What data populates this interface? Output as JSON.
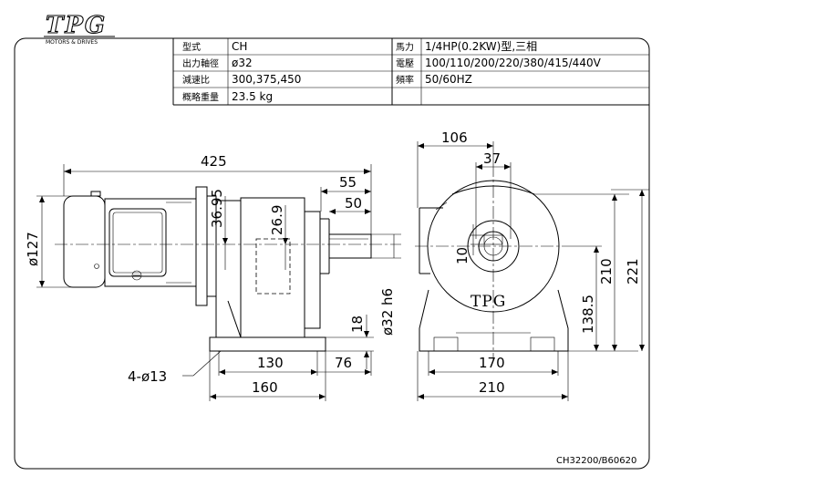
{
  "logo": {
    "text": "TPG",
    "subtitle": "MOTORS & DRIVES"
  },
  "spec_table": {
    "rows": [
      {
        "label_left": "型式",
        "value_left": "CH",
        "label_right": "馬力",
        "value_right": "1/4HP(0.2KW)型,三相"
      },
      {
        "label_left": "出力軸徑",
        "value_left": "ø32",
        "label_right": "電壓",
        "value_right": "100/110/200/220/380/415/440V"
      },
      {
        "label_left": "減速比",
        "value_left": "300,375,450",
        "label_right": "頻率",
        "value_right": "50/60HZ"
      },
      {
        "label_left": "概略重量",
        "value_left": "23.5 kg",
        "label_right": "",
        "value_right": ""
      }
    ]
  },
  "dimensions": {
    "overall_length": "425",
    "shaft_55": "55",
    "shaft_50": "50",
    "height_36_95": "36.95",
    "height_26_9": "26.9",
    "motor_dia": "ø127",
    "shaft_dia": "ø32 h6",
    "foot_18": "18",
    "foot_130": "130",
    "foot_76": "76",
    "foot_160": "160",
    "holes": "4-ø13",
    "side_106": "106",
    "side_37": "37",
    "side_10": "10",
    "side_138_5": "138.5",
    "side_210_v": "210",
    "side_221": "221",
    "side_170": "170",
    "side_210_h": "210",
    "housing_mark": "TPG"
  },
  "drawing_number": "CH32200/B60620"
}
